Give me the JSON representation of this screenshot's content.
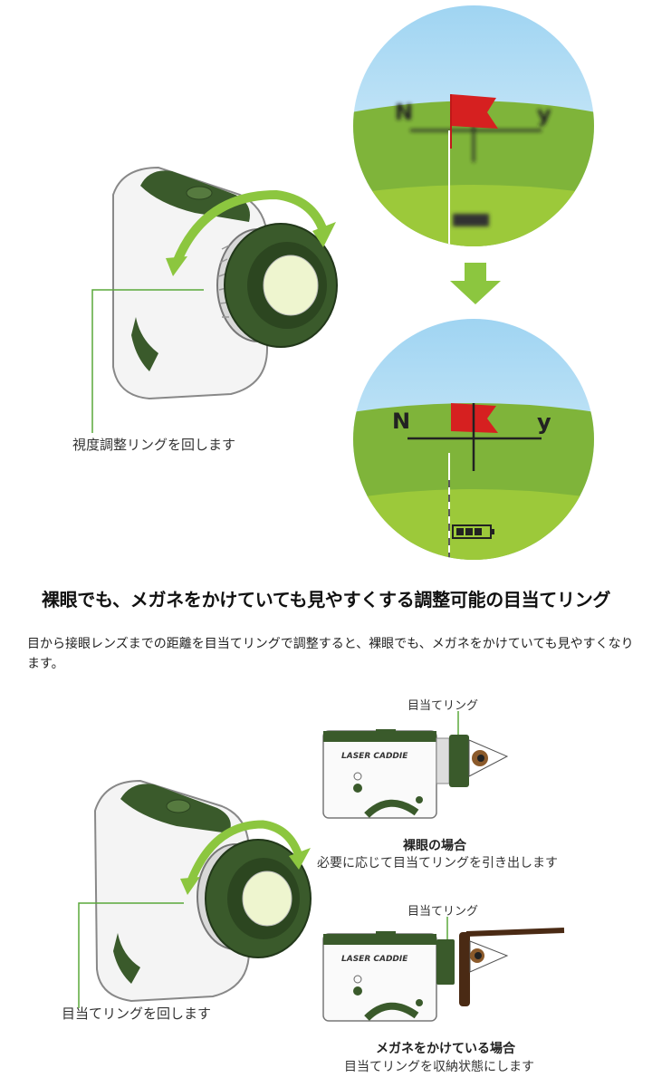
{
  "colors": {
    "accent_green": "#8cc63f",
    "body_green": "#3a5a2b",
    "flag_red": "#d62020",
    "sky_blue": "#bfe3f6",
    "field_green": "#a6cf3a"
  },
  "top": {
    "caption_ring": "視度調整リングを回します",
    "scope_before": {
      "left_letter": "N",
      "right_letter": "y"
    },
    "scope_after": {
      "left_letter": "N",
      "right_letter": "y"
    }
  },
  "section": {
    "title": "裸眼でも、メガネをかけていても見やすくする調整可能の目当てリング",
    "description": "目から接眼レンズまでの距離を目当てリングで調整すると、裸眼でも、メガネをかけていても見やすくなります。"
  },
  "bottom": {
    "caption_ring": "目当てリングを回します",
    "device_brand": "LASER CADDIE",
    "case_naked": {
      "ring_label": "目当てリング",
      "title": "裸眼の場合",
      "text": "必要に応じて目当てリングを引き出します"
    },
    "case_glasses": {
      "ring_label": "目当てリング",
      "title": "メガネをかけている場合",
      "text": "目当てリングを収納状態にします"
    }
  }
}
